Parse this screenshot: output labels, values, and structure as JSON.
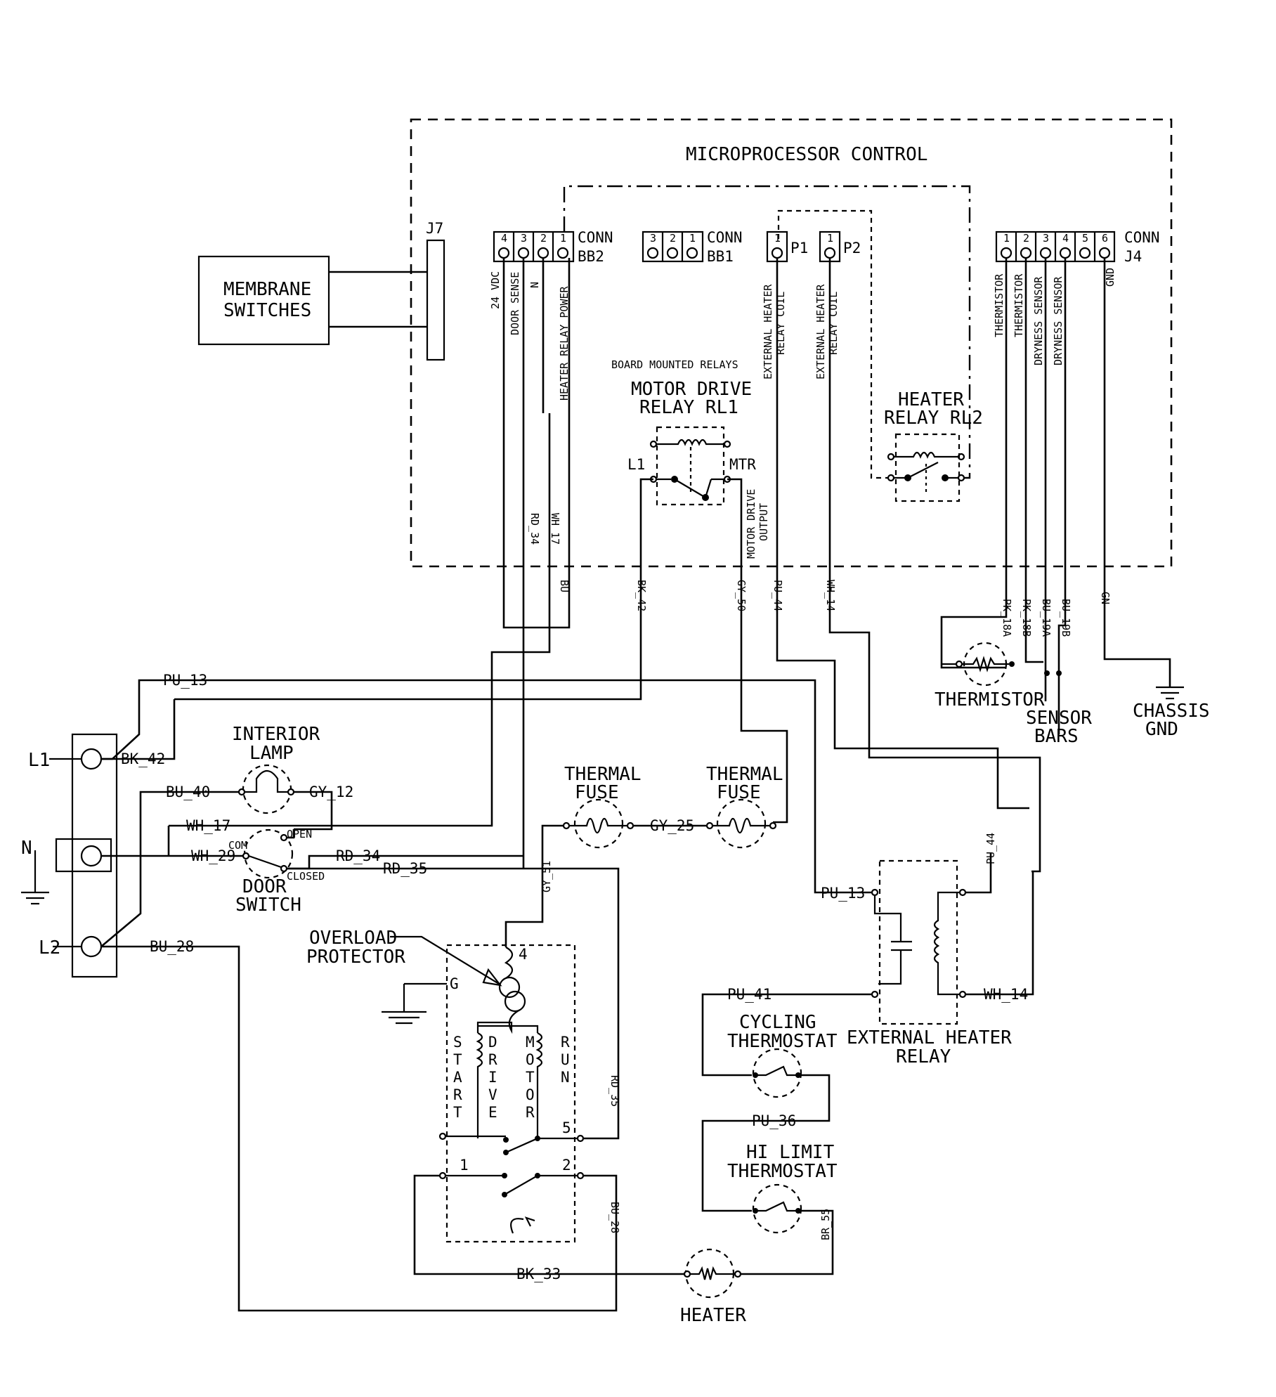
{
  "titles": {
    "microprocessor_control": "MICROPROCESSOR CONTROL",
    "membrane_switches_1": "MEMBRANE",
    "membrane_switches_2": "SWITCHES",
    "j7": "J7",
    "board_mounted_relays": "BOARD MOUNTED RELAYS",
    "motor_drive_relay_1": "MOTOR DRIVE",
    "motor_drive_relay_2": "RELAY RL1",
    "heater_relay_1": "HEATER",
    "heater_relay_2": "RELAY RL2",
    "interior_lamp_1": "INTERIOR",
    "interior_lamp_2": "LAMP",
    "door_switch_1": "DOOR",
    "door_switch_2": "SWITCH",
    "thermal_fuse_1": "THERMAL",
    "thermal_fuse_2": "FUSE",
    "overload_1": "OVERLOAD",
    "overload_2": "PROTECTOR",
    "external_heater_relay_1": "EXTERNAL HEATER",
    "external_heater_relay_2": "RELAY",
    "cycling_thermostat_1": "CYCLING",
    "cycling_thermostat_2": "THERMOSTAT",
    "hi_limit_1": "HI LIMIT",
    "hi_limit_2": "THERMOSTAT",
    "heater": "HEATER",
    "thermistor": "THERMISTOR",
    "sensor_bars_1": "SENSOR",
    "sensor_bars_2": "BARS",
    "chassis_gnd_1": "CHASSIS",
    "chassis_gnd_2": "GND"
  },
  "connectors": {
    "bb2": {
      "label_1": "CONN",
      "label_2": "BB2",
      "pins": [
        "4",
        "3",
        "2",
        "1"
      ],
      "signals": [
        "24 VDC",
        "DOOR SENSE",
        "N",
        "HEATER RELAY POWER"
      ]
    },
    "bb1": {
      "label_1": "CONN",
      "label_2": "BB1",
      "pins": [
        "3",
        "2",
        "1"
      ]
    },
    "p1": {
      "pin": "1",
      "label": "P1",
      "signal_1": "EXTERNAL HEATER",
      "signal_2": "RELAY COIL"
    },
    "p2": {
      "pin": "1",
      "label": "P2",
      "signal_1": "EXTERNAL HEATER",
      "signal_2": "RELAY COIL"
    },
    "j4": {
      "label_1": "CONN",
      "label_2": "J4",
      "pins": [
        "1",
        "2",
        "3",
        "4",
        "5",
        "6"
      ],
      "signals": [
        "THERMISTOR",
        "THERMISTOR",
        "DRYNESS SENSOR",
        "DRYNESS SENSOR",
        "GND"
      ]
    }
  },
  "relay_terminals": {
    "l1": "L1",
    "mtr": "MTR",
    "motor_drive_output_1": "MOTOR DRIVE",
    "motor_drive_output_2": "OUTPUT"
  },
  "terminal_block": {
    "l1": "L1",
    "n": "N",
    "l2": "L2"
  },
  "door_switch_contacts": {
    "com": "COM",
    "open": "OPEN",
    "closed": "CLOSED"
  },
  "motor": {
    "start": [
      "S",
      "T",
      "A",
      "R",
      "T"
    ],
    "drive": [
      "D",
      "R",
      "I",
      "V",
      "E"
    ],
    "motor": [
      "M",
      "O",
      "T",
      "O",
      "R"
    ],
    "run": [
      "R",
      "U",
      "N"
    ],
    "terminals": {
      "t4": "4",
      "t5": "5",
      "t1": "1",
      "t2": "2",
      "g": "G"
    }
  },
  "wires": {
    "pu13_top": "PU_13",
    "bk42_left": "BK_42",
    "bu40": "BU_40",
    "gy12": "GY_12",
    "wh17_left": "WH_17",
    "wh29": "WH_29",
    "rd34_left": "RD_34",
    "rd35_left": "RD_35",
    "bu28_left": "BU_28",
    "gy25": "GY_25",
    "gy51": "GY_51",
    "pu13_relay": "PU_13",
    "pu44_relay": "PU_44",
    "pu41": "PU_41",
    "wh14_relay": "WH_14",
    "pu36": "PU_36",
    "br55": "BR_55",
    "bk33": "BK_33",
    "rd35_motor": "RD_35",
    "bu28_motor": "BU_28",
    "rd34_v": "RD_34",
    "wh17_v": "WH_17",
    "bu_v": "BU",
    "bk42_v": "BK_42",
    "gy50_v": "GY_50",
    "pu44_v": "PU_44",
    "wh14_v": "WH_14",
    "pk18a": "PK_18A",
    "pk18b": "PK_18B",
    "bu19a": "BU_19A",
    "bu19b": "BU_19B",
    "gn": "GN"
  }
}
